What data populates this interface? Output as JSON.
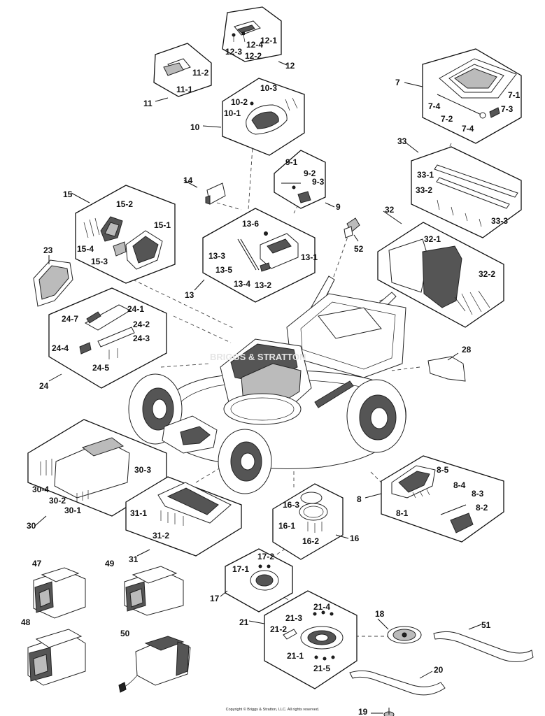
{
  "callouts": {
    "c7": "7",
    "c7_1": "7-1",
    "c7_2": "7-2",
    "c7_3": "7-3",
    "c7_4a": "7-4",
    "c7_4b": "7-4",
    "c8": "8",
    "c8_1": "8-1",
    "c8_2": "8-2",
    "c8_3": "8-3",
    "c8_4": "8-4",
    "c8_5": "8-5",
    "c9": "9",
    "c9_1": "9-1",
    "c9_2": "9-2",
    "c9_3": "9-3",
    "c10": "10",
    "c10_1": "10-1",
    "c10_2": "10-2",
    "c10_3": "10-3",
    "c11": "11",
    "c11_1": "11-1",
    "c11_2": "11-2",
    "c12": "12",
    "c12_1": "12-1",
    "c12_2": "12-2",
    "c12_3": "12-3",
    "c12_4": "12-4",
    "c13": "13",
    "c13_1": "13-1",
    "c13_2": "13-2",
    "c13_3": "13-3",
    "c13_4": "13-4",
    "c13_5": "13-5",
    "c13_6": "13-6",
    "c14": "14",
    "c15": "15",
    "c15_1": "15-1",
    "c15_2": "15-2",
    "c15_3": "15-3",
    "c15_4": "15-4",
    "c16": "16",
    "c16_1": "16-1",
    "c16_2": "16-2",
    "c16_3": "16-3",
    "c17": "17",
    "c17_1": "17-1",
    "c17_2": "17-2",
    "c18": "18",
    "c19": "19",
    "c20": "20",
    "c21": "21",
    "c21_1": "21-1",
    "c21_2": "21-2",
    "c21_3": "21-3",
    "c21_4": "21-4",
    "c21_5": "21-5",
    "c23": "23",
    "c24": "24",
    "c24_1": "24-1",
    "c24_2": "24-2",
    "c24_3": "24-3",
    "c24_4": "24-4",
    "c24_5": "24-5",
    "c24_7": "24-7",
    "c28": "28",
    "c30": "30",
    "c30_1": "30-1",
    "c30_2": "30-2",
    "c30_3": "30-3",
    "c30_4": "30-4",
    "c31": "31",
    "c31_1": "31-1",
    "c31_2": "31-2",
    "c32": "32",
    "c32_1": "32-1",
    "c32_2": "32-2",
    "c33": "33",
    "c33_1": "33-1",
    "c33_2": "33-2",
    "c33_3": "33-3",
    "c47": "47",
    "c48": "48",
    "c49": "49",
    "c50": "50",
    "c51": "51",
    "c52": "52"
  },
  "copyright": "Copyright © Briggs & Stratton, LLC. All rights reserved.",
  "watermark": "BRIGGS & STRATTON"
}
